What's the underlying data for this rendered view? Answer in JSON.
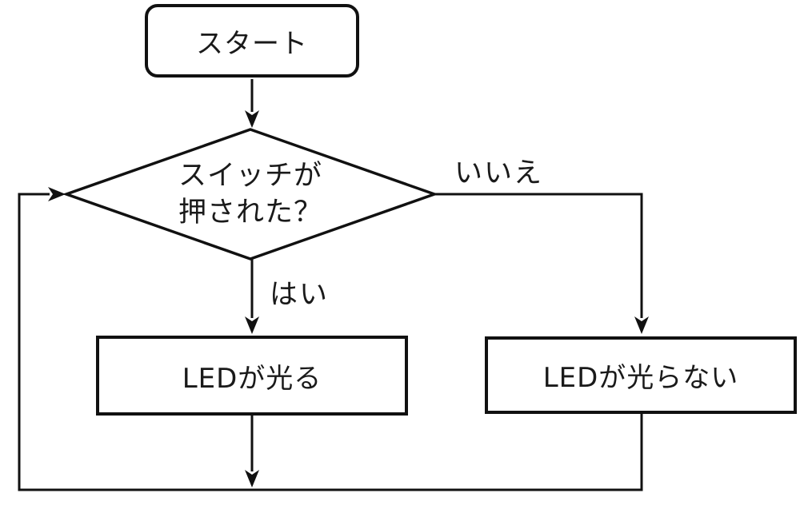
{
  "colors": {
    "stroke": "#111111",
    "text": "#1a1a1a",
    "bg": "#ffffff"
  },
  "nodes": {
    "start": {
      "label": "スタート"
    },
    "decision": {
      "line1": "スイッチが",
      "line2": "押された？"
    },
    "led_on": {
      "label": "LEDが光る"
    },
    "led_off": {
      "label": "LEDが光らない"
    }
  },
  "edge_labels": {
    "yes": "はい",
    "no": "いいえ"
  }
}
